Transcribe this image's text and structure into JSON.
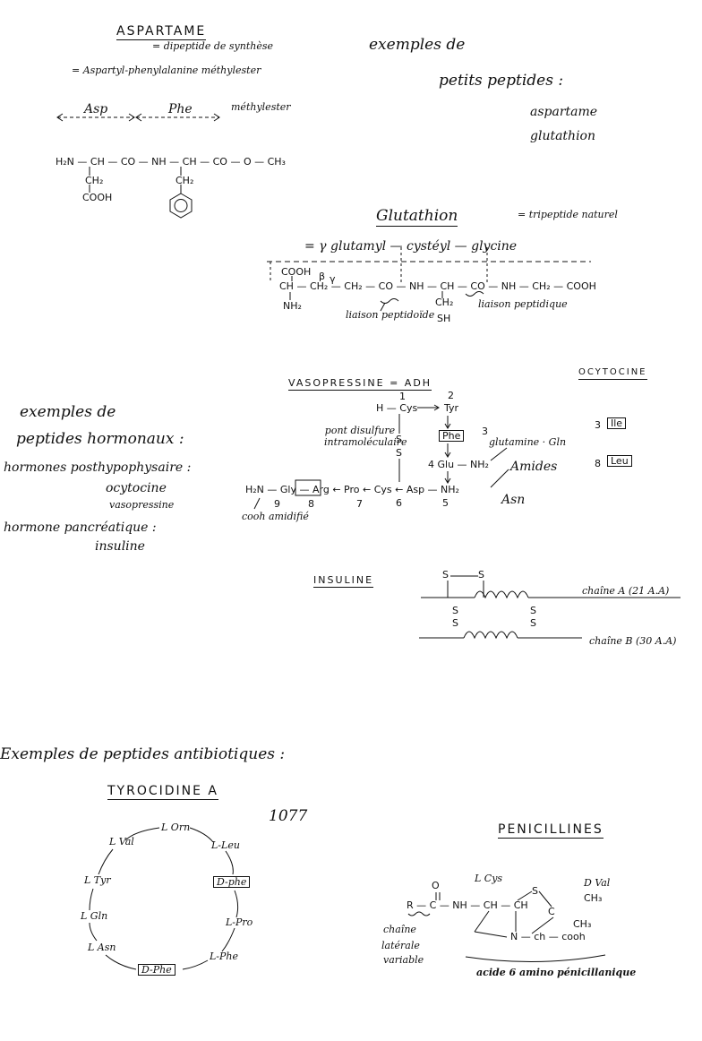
{
  "aspartame": {
    "title": "ASPARTAME",
    "def1": "= dipeptide de synthèse",
    "def2": "= Aspartyl-phenylalanine méthylester",
    "asp": "Asp",
    "phe": "Phe",
    "methylester": "méthylester",
    "formula_main": "H₂N — CH — CO — NH — CH — CO — O — CH₃",
    "ch2_left": "CH₂",
    "cooh": "COOH",
    "ch2_right": "CH₂"
  },
  "examples_small": {
    "line1": "exemples de",
    "line2": "petits peptides :",
    "item1": "aspartame",
    "item2": "glutathion"
  },
  "glutathion": {
    "title": "Glutathion",
    "natural": "= tripeptide naturel",
    "composition": "= γ glutamyl — cystéyl — glycine",
    "cooh": "COOH",
    "chain": "CH — CH₂ — CH₂ — CO — NH — CH — CO — NH — CH₂ — COOH",
    "nh2": "NH₂",
    "gamma": "γ",
    "beta": "β",
    "ch2": "CH₂",
    "sh": "SH",
    "liaison_peptidoide": "liaison peptidoïde",
    "liaison_peptidique": "liaison peptidique"
  },
  "hormones": {
    "line1": "exemples de",
    "line2": "peptides hormonaux :",
    "posthyp": "hormones posthypophysaire :",
    "oxy": "ocytocine",
    "vaso": "vasopressine",
    "panc": "hormone pancréatique :",
    "ins": "insuline"
  },
  "vasopressine": {
    "title": "VASOPRESSINE = ADH",
    "n1": "1",
    "n2": "2",
    "h_cys": "H — Cys",
    "tyr": "Tyr",
    "phe": "Phe",
    "n3": "3",
    "pont": "pont disulfure intramoléculaire",
    "s1": "S",
    "s2": "S",
    "glutamine": "glutamine · Gln",
    "glu": "4 Glu — NH₂",
    "amides": "Amides",
    "left_chain": "H₂N — Gly — Arg ← Pro ← Cys ← Asp — NH₂",
    "n9": "9",
    "n8": "8",
    "n7": "7",
    "n6": "6",
    "n5": "5",
    "asn": "Asn",
    "cooh_amidifie": "cooh amidifié"
  },
  "ocytocine": {
    "title": "OCYTOCINE",
    "n3": "3",
    "ile": "Ile",
    "n8": "8",
    "leu": "Leu"
  },
  "insuline": {
    "title": "INSULINE",
    "s_top1": "S",
    "s_top2": "S",
    "s_mid1": "S",
    "s_mid2": "S",
    "s_right1": "S",
    "s_right2": "S",
    "chain_a": "chaîne A (21 A.A)",
    "chain_b": "chaîne B (30 A.A)"
  },
  "antibiotics": {
    "heading": "Exemples de peptides antibiotiques :",
    "tyro_title": "TYROCIDINE A",
    "orn": "L Orn",
    "leu": "L-Leu",
    "dphe1": "D-phe",
    "pro": "L-Pro",
    "lphe": "L-Phe",
    "dphe2": "D-Phe",
    "asn": "L Asn",
    "gln": "L Gln",
    "tyr": "L Tyr",
    "val": "L Val",
    "code": "1077"
  },
  "penicillines": {
    "title": "PENICILLINES",
    "lcys": "L Cys",
    "dval": "D Val",
    "o": "O",
    "main": "R — C — NH — CH — CH",
    "s": "S",
    "c": "C",
    "ch3a": "CH₃",
    "ch3b": "CH₃",
    "ncooh": "N — ch — cooh",
    "chaine1": "chaîne",
    "chaine2": "latérale",
    "chaine3": "variable",
    "acide": "acide 6 amino pénicillanique"
  }
}
